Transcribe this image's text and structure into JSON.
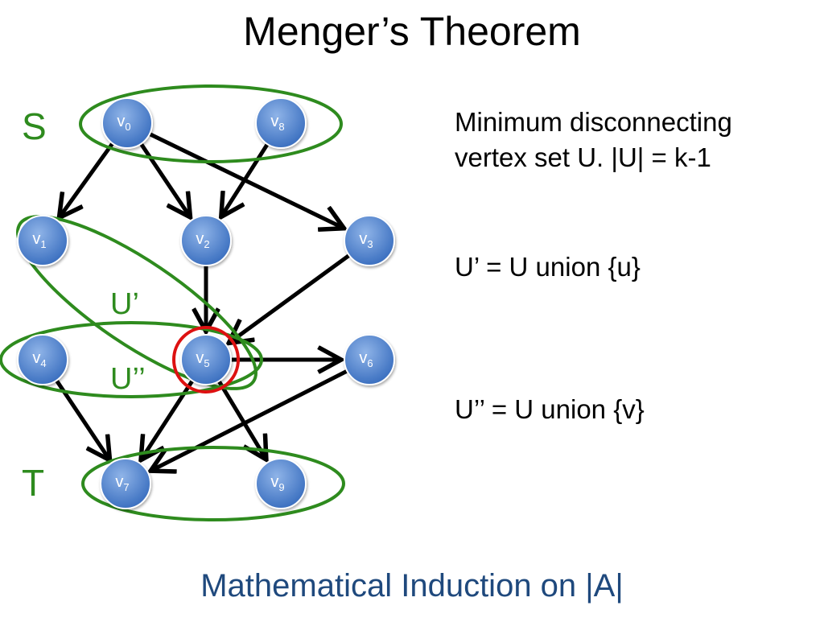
{
  "title": "Menger’s Theorem",
  "set_labels": {
    "S": "S",
    "T": "T",
    "U_prime": "U’",
    "U_double_prime": "U’’"
  },
  "vertices": [
    {
      "id": "v0",
      "letter": "v",
      "sub": "0"
    },
    {
      "id": "v8",
      "letter": "v",
      "sub": "8"
    },
    {
      "id": "v1",
      "letter": "v",
      "sub": "1"
    },
    {
      "id": "v2",
      "letter": "v",
      "sub": "2"
    },
    {
      "id": "v3",
      "letter": "v",
      "sub": "3"
    },
    {
      "id": "v4",
      "letter": "v",
      "sub": "4"
    },
    {
      "id": "v5",
      "letter": "v",
      "sub": "5"
    },
    {
      "id": "v6",
      "letter": "v",
      "sub": "6"
    },
    {
      "id": "v7",
      "letter": "v",
      "sub": "7"
    },
    {
      "id": "v9",
      "letter": "v",
      "sub": "9"
    }
  ],
  "edges": [
    [
      "v0",
      "v1"
    ],
    [
      "v0",
      "v2"
    ],
    [
      "v0",
      "v3"
    ],
    [
      "v8",
      "v2"
    ],
    [
      "v2",
      "v5"
    ],
    [
      "v3",
      "v5"
    ],
    [
      "v5",
      "v6"
    ],
    [
      "v4",
      "v7"
    ],
    [
      "v5",
      "v7"
    ],
    [
      "v6",
      "v7"
    ],
    [
      "v5",
      "v9"
    ]
  ],
  "highlighted_vertex": "v5",
  "colors": {
    "node_fill": "#4f81bd",
    "node_light": "#7fa7e0",
    "set_outline": "#2e8b1e",
    "highlight": "#dd1111",
    "edge": "#000000",
    "footer_text": "#1f497d"
  },
  "side_text": {
    "line1": "Minimum disconnecting vertex set U. |U| = k-1",
    "line2": "U’ = U union {u}",
    "line3": "U’’ = U union {v}"
  },
  "footer": "Mathematical Induction on |A|"
}
